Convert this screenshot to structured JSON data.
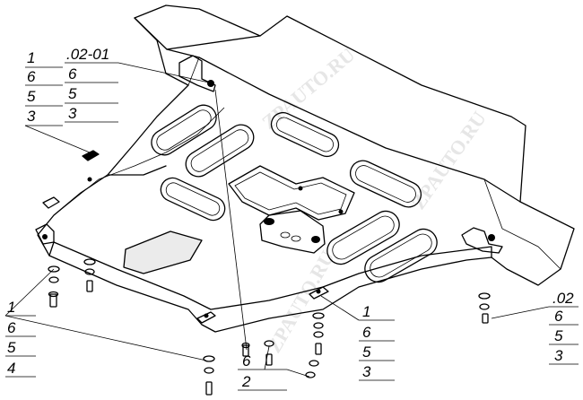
{
  "labels": {
    "top_left_stack": [
      "1",
      "6",
      "5",
      "3"
    ],
    "top_mid_code": ".02-01",
    "top_mid_stack": [
      "6",
      "5",
      "3"
    ],
    "right_code": ".02",
    "right_stack": [
      "6",
      "5",
      "3"
    ],
    "bottom_left_stack": [
      "1",
      "6",
      "5",
      "4"
    ],
    "bottom_mid_stack": [
      "6",
      "2"
    ],
    "bottom_right_stack": [
      "1",
      "6",
      "5",
      "3"
    ]
  },
  "watermark": "ZPAUTO.RU"
}
